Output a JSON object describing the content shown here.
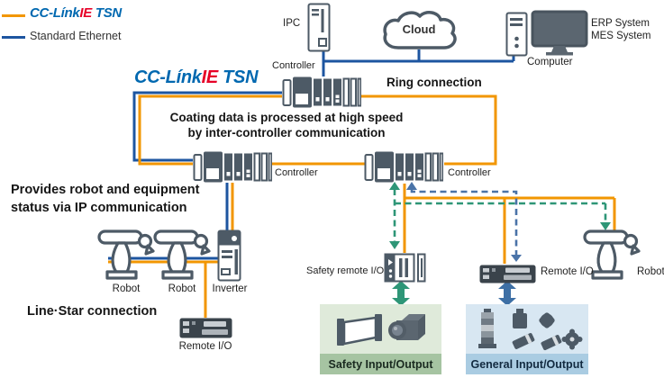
{
  "colors": {
    "orange": "#F29600",
    "blue": "#1D55A0",
    "dashgreen": "#2E9677",
    "dashblue": "#4A73A8",
    "gray": "#4D5A66",
    "logoblue": "#0068B0",
    "logored": "#E60027",
    "safetybg": "#DFEADA",
    "safetyband": "#A6C4A2",
    "generalbg": "#D8E7F2",
    "generalband": "#AACCE2"
  },
  "legend": {
    "logo": {
      "prefix": "CC-Línk",
      "ie": "IE",
      "tsn": " TSN"
    },
    "ethernet": "Standard Ethernet"
  },
  "top": {
    "ipc": "IPC",
    "cloud": "Cloud",
    "computer": "Computer",
    "erp": "ERP System",
    "mes": "MES System"
  },
  "network": {
    "logo": {
      "prefix": "CC-Línk",
      "ie": "IE",
      "tsn": " TSN"
    },
    "controller": "Controller",
    "ring": "Ring connection",
    "coating1": "Coating data is processed at high speed",
    "coating2": "by inter-controller communication"
  },
  "left": {
    "statement1": "Provides robot and equipment",
    "statement2": "status via IP communication",
    "robot": "Robot",
    "inverter": "Inverter",
    "linestar": "Line·Star connection",
    "remoteio": "Remote I/O"
  },
  "right": {
    "safetyremote": "Safety remote I/O",
    "remoteio": "Remote I/O",
    "robot": "Robot",
    "safetybox": "Safety Input/Output",
    "generalbox": "General Input/Output"
  }
}
